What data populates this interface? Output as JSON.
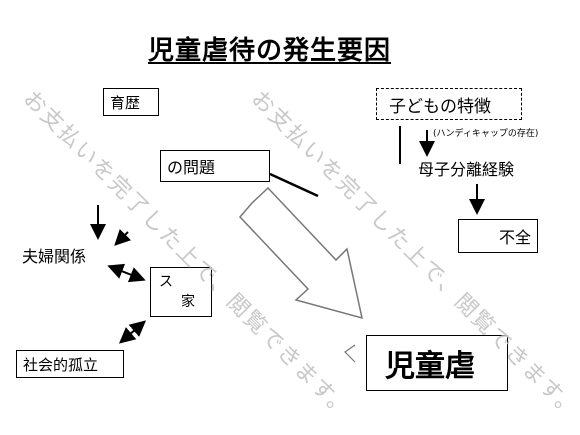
{
  "title": "児童虐待の発生要因",
  "nodes": {
    "upbringing": "育歴",
    "problem": "の問題",
    "child_traits": "子どもの特徴",
    "handicap_note": "(ハンディキャップの存在)",
    "separation": "母子分離経験",
    "failure": "不全",
    "couple": "夫婦関係",
    "stress_top": "ス",
    "stress_bottom": "家",
    "isolation": "社会的孤立",
    "abuse": "児童虐"
  },
  "watermark": "お支払いを完了した上で、閲覧できます。"
}
